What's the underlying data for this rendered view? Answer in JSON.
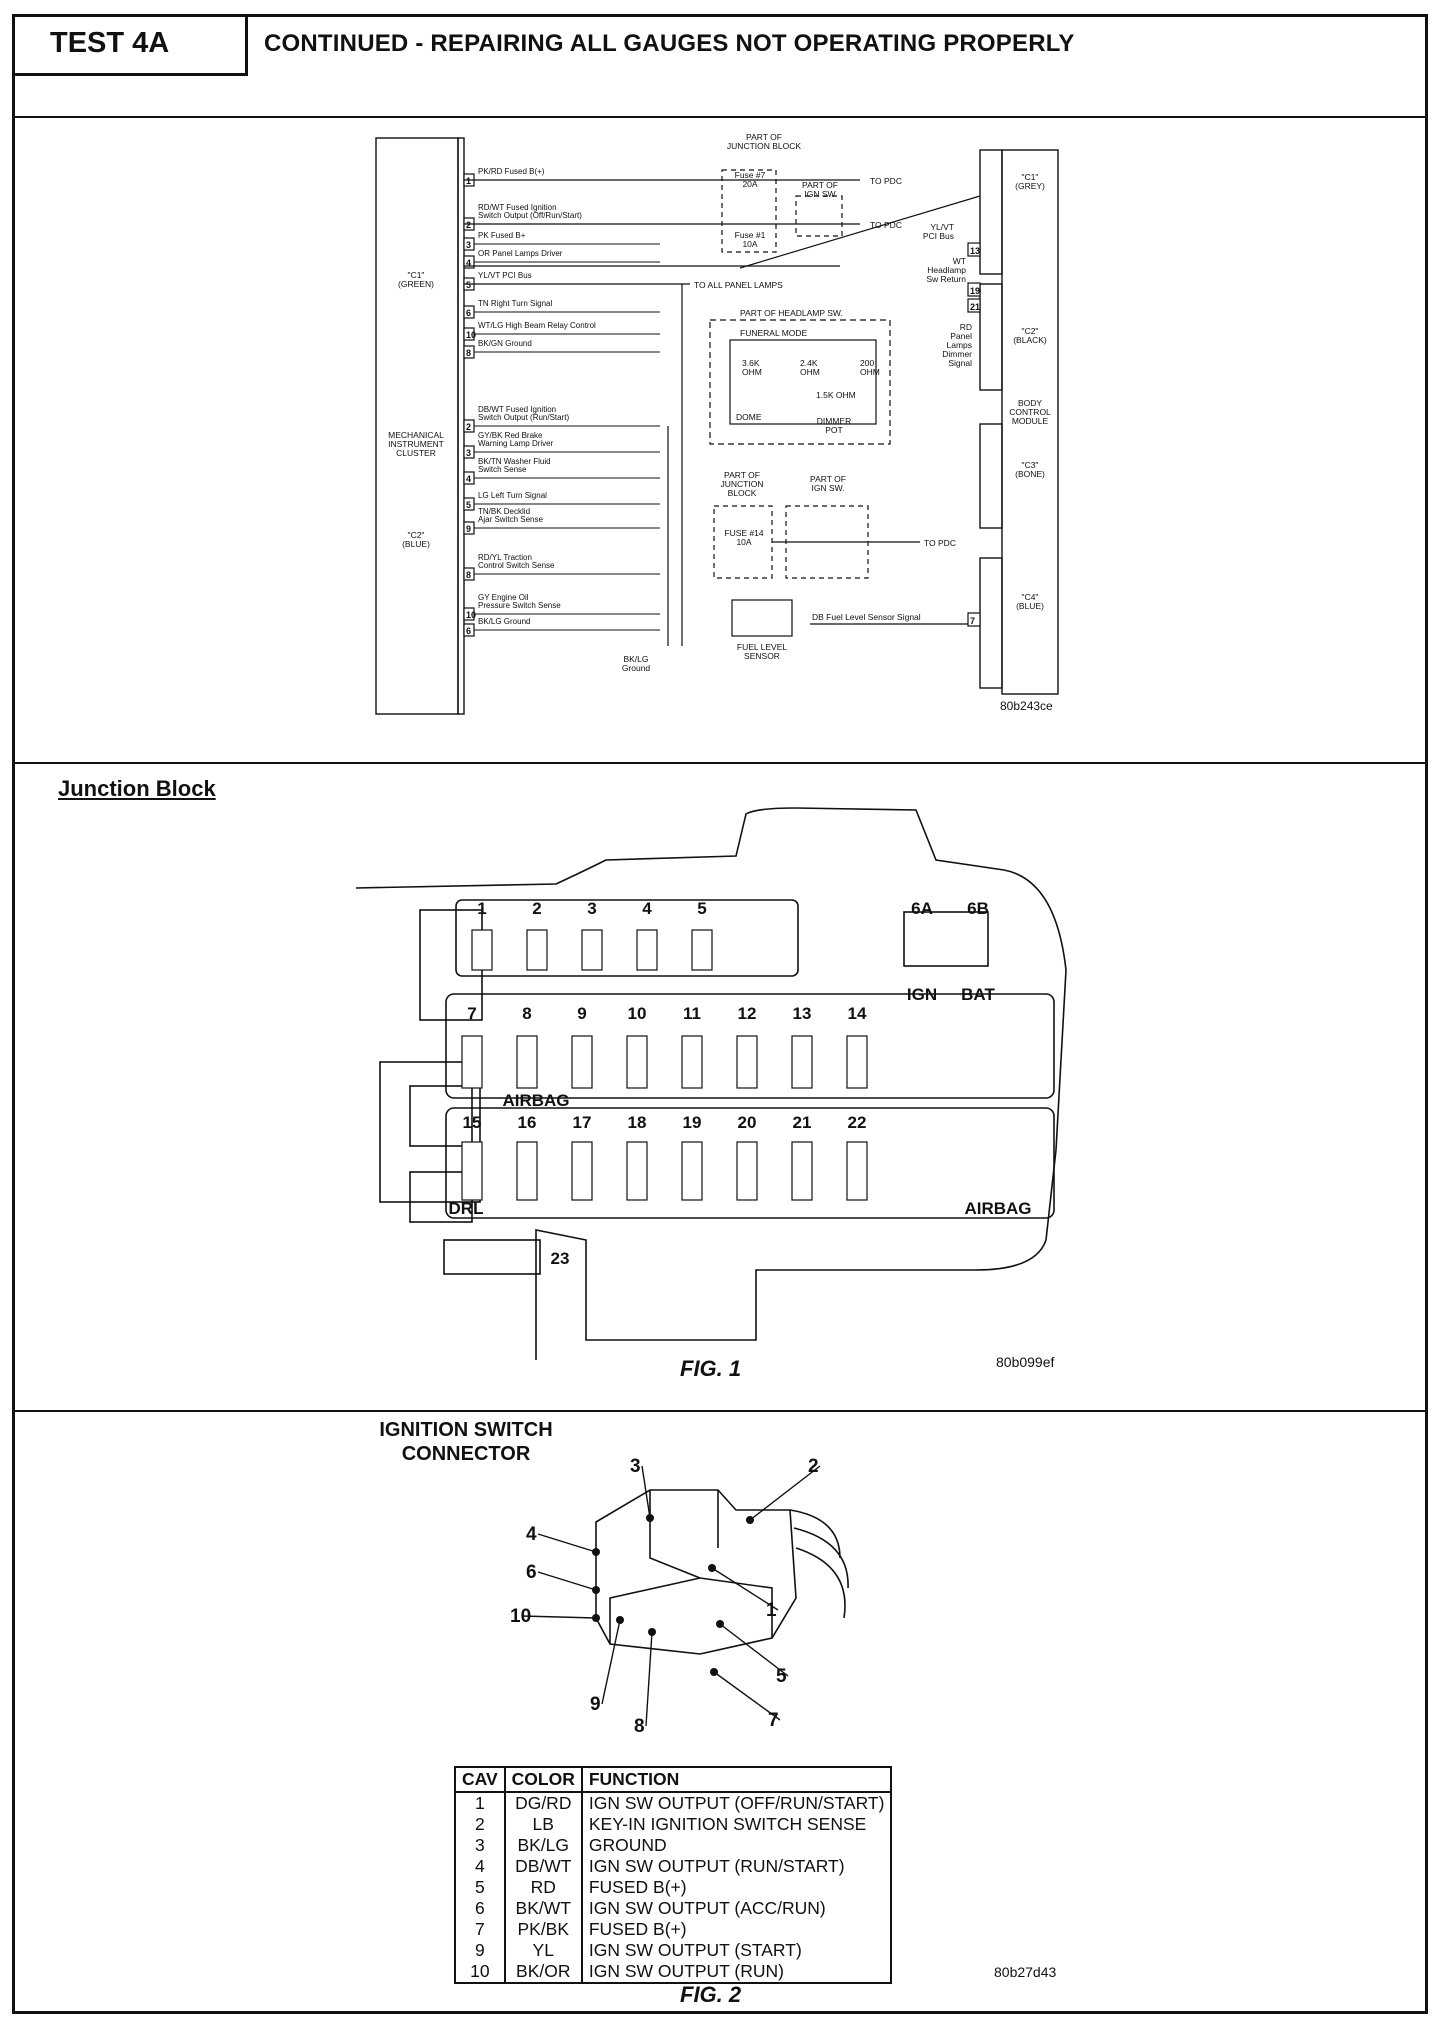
{
  "header": {
    "test_id": "TEST 4A",
    "title": "CONTINUED - REPAIRING ALL GAUGES NOT OPERATING PROPERLY"
  },
  "wiring": {
    "code": "80b243ce",
    "cluster_label": [
      "MECHANICAL",
      "INSTRUMENT",
      "CLUSTER"
    ],
    "c1_green": [
      "\"C1\"",
      "(GREEN)"
    ],
    "c2_blue": [
      "\"C2\"",
      "(BLUE)"
    ],
    "junction_block_top": [
      "PART OF",
      "JUNCTION BLOCK"
    ],
    "fuse7": [
      "Fuse #7",
      "20A"
    ],
    "fuse1": [
      "Fuse #1",
      "10A"
    ],
    "ign_sw_top": [
      "PART OF",
      "IGN SW"
    ],
    "to_pdc": "TO PDC",
    "to_all_panel_lamps": "TO ALL PANEL LAMPS",
    "headlamp_sw": "PART OF HEADLAMP SW.",
    "funeral_mode": "FUNERAL MODE",
    "r1": [
      "3.6K",
      "OHM"
    ],
    "r2": [
      "2.4K",
      "OHM"
    ],
    "r3": [
      "200",
      "OHM"
    ],
    "r4": "1.5K OHM",
    "dome": "DOME",
    "dimmer_pot": [
      "DIMMER",
      "POT"
    ],
    "junction_block_mid": [
      "PART OF",
      "JUNCTION",
      "BLOCK"
    ],
    "fuse14": [
      "FUSE #14",
      "10A"
    ],
    "ign_sw_mid": [
      "PART OF",
      "IGN SW."
    ],
    "fuel_level_sensor": [
      "FUEL LEVEL",
      "SENSOR"
    ],
    "bklg_ground": [
      "BK/LG",
      "Ground"
    ],
    "bcm_label": [
      "BODY",
      "CONTROL",
      "MODULE"
    ],
    "bcm_c1": [
      "\"C1\"",
      "(GREY)"
    ],
    "bcm_c2": [
      "\"C2\"",
      "(BLACK)"
    ],
    "bcm_c3": [
      "\"C3\"",
      "(BONE)"
    ],
    "bcm_c4": [
      "\"C4\"",
      "(BLUE)"
    ],
    "yl_vt_pci": [
      "YL/VT",
      "PCI Bus"
    ],
    "wt_headlamp": [
      "WT",
      "Headlamp",
      "Sw Return"
    ],
    "rd_panel": [
      "RD",
      "Panel",
      "Lamps",
      "Dimmer",
      "Signal"
    ],
    "db_fuel": "DB Fuel Level Sensor Signal",
    "left_pins": [
      {
        "pin": "1",
        "label": [
          "PK/RD Fused B(+)"
        ]
      },
      {
        "pin": "2",
        "label": [
          "RD/WT Fused Ignition",
          "Switch Output (Off/Run/Start)"
        ]
      },
      {
        "pin": "3",
        "label": [
          "PK Fused B+"
        ]
      },
      {
        "pin": "4",
        "label": [
          "OR Panel Lamps Driver"
        ]
      },
      {
        "pin": "5",
        "label": [
          "YL/VT PCI Bus"
        ]
      },
      {
        "pin": "6",
        "label": [
          "TN Right Turn Signal"
        ]
      },
      {
        "pin": "10",
        "label": [
          "WT/LG High Beam Relay Control"
        ]
      },
      {
        "pin": "8",
        "label": [
          "BK/GN Ground"
        ]
      },
      {
        "pin": "2",
        "label": [
          "DB/WT Fused Ignition",
          "Switch Output (Run/Start)"
        ]
      },
      {
        "pin": "3",
        "label": [
          "GY/BK Red Brake",
          "Warning Lamp Driver"
        ]
      },
      {
        "pin": "4",
        "label": [
          "BK/TN Washer Fluid",
          "Switch Sense"
        ]
      },
      {
        "pin": "5",
        "label": [
          "LG Left Turn Signal"
        ]
      },
      {
        "pin": "9",
        "label": [
          "TN/BK Decklid",
          "Ajar Switch Sense"
        ]
      },
      {
        "pin": "8",
        "label": [
          "RD/YL Traction",
          "Control Switch Sense"
        ]
      },
      {
        "pin": "10",
        "label": [
          "GY Engine Oil",
          "Pressure Switch Sense"
        ]
      },
      {
        "pin": "6",
        "label": [
          "BK/LG Ground"
        ]
      }
    ],
    "right_pins": [
      "13",
      "19",
      "21",
      "7"
    ]
  },
  "junction_block": {
    "heading": "Junction Block",
    "fig": "FIG. 1",
    "code": "80b099ef",
    "row1": [
      "1",
      "2",
      "3",
      "4",
      "5"
    ],
    "row1_special": [
      "6A",
      "6B"
    ],
    "ign": "IGN",
    "bat": "BAT",
    "row2": [
      "7",
      "8",
      "9",
      "10",
      "11",
      "12",
      "13",
      "14"
    ],
    "row3": [
      "15",
      "16",
      "17",
      "18",
      "19",
      "20",
      "21",
      "22"
    ],
    "airbag": "AIRBAG",
    "drl": "DRL",
    "fuse23": "23"
  },
  "ignition": {
    "title": [
      "IGNITION SWITCH",
      "CONNECTOR"
    ],
    "pin_labels": [
      "3",
      "2",
      "4",
      "6",
      "1",
      "10",
      "5",
      "9",
      "7",
      "8"
    ],
    "fig": "FIG. 2",
    "code": "80b27d43",
    "columns": [
      "CAV",
      "COLOR",
      "FUNCTION"
    ],
    "rows": [
      [
        "1",
        "DG/RD",
        "IGN SW OUTPUT (OFF/RUN/START)"
      ],
      [
        "2",
        "LB",
        "KEY-IN IGNITION SWITCH SENSE"
      ],
      [
        "3",
        "BK/LG",
        "GROUND"
      ],
      [
        "4",
        "DB/WT",
        "IGN SW OUTPUT (RUN/START)"
      ],
      [
        "5",
        "RD",
        "FUSED B(+)"
      ],
      [
        "6",
        "BK/WT",
        "IGN SW OUTPUT (ACC/RUN)"
      ],
      [
        "7",
        "PK/BK",
        "FUSED B(+)"
      ],
      [
        "9",
        "YL",
        "IGN SW OUTPUT (START)"
      ],
      [
        "10",
        "BK/OR",
        "IGN SW OUTPUT (RUN)"
      ]
    ]
  }
}
